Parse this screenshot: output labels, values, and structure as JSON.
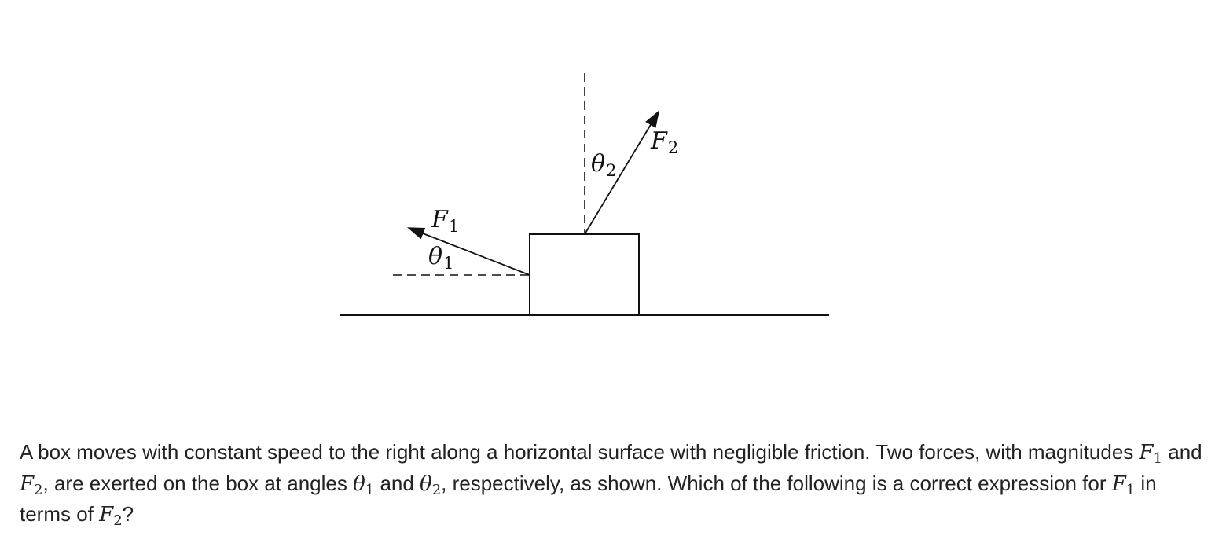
{
  "figure": {
    "f1_symbol": "F",
    "f1_subscript": "1",
    "f2_symbol": "F",
    "f2_subscript": "2",
    "theta1_symbol": "θ",
    "theta1_subscript": "1",
    "theta2_symbol": "θ",
    "theta2_subscript": "2"
  },
  "question": {
    "seg1": "A box moves with constant speed to the right along a horizontal surface with negligible friction. Two forces, with magnitudes ",
    "f1_symbol": "F",
    "f1_sub": "1",
    "seg2": " and ",
    "f2_symbol": "F",
    "f2_sub": "2",
    "seg3": ", are exerted on the box at angles ",
    "t1_symbol": "θ",
    "t1_sub": "1",
    "seg4": " and ",
    "t2_symbol": "θ",
    "t2_sub": "2",
    "seg5": ", respectively, as shown. Which of the following is a correct expression for ",
    "f1b_symbol": "F",
    "f1b_sub": "1",
    "seg6": " in terms of ",
    "f2b_symbol": "F",
    "f2b_sub": "2",
    "seg7": "?"
  }
}
